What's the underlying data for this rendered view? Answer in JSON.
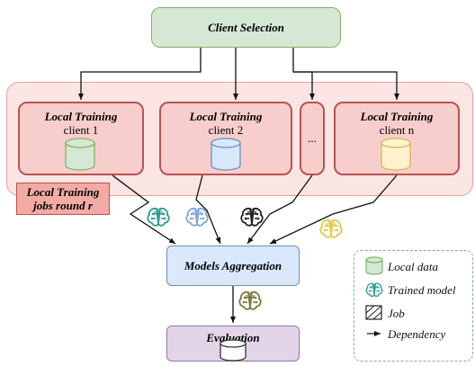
{
  "client_selection": "Client Selection",
  "clients": [
    {
      "title": "Local Training",
      "name": "client 1",
      "db_color": "#d5e8d4",
      "db_stroke": "#82b366"
    },
    {
      "title": "Local Training",
      "name": "client 2",
      "db_color": "#dae8fc",
      "db_stroke": "#6c8ebf"
    },
    {
      "title": "Local Training",
      "name": "client n",
      "db_color": "#fff2cc",
      "db_stroke": "#d6b656"
    }
  ],
  "ellipsis": "...",
  "round_label": {
    "line1": "Local Training",
    "line2": "jobs round r"
  },
  "aggregation": "Models Aggregation",
  "evaluation": "Evaluation",
  "legend": {
    "local_data": "Local data",
    "trained_model": "Trained model",
    "job": "Job",
    "dependency": "Dependency"
  },
  "colors": {
    "selection_fill": "#d5e8d4",
    "selection_stroke": "#82b366",
    "group_fill": "#fbe5e4",
    "group_stroke": "#e8a09b",
    "client_fill": "#f8cecc",
    "client_stroke": "#b85450",
    "aggregation_fill": "#dae8fc",
    "aggregation_stroke": "#6c8ebf",
    "evaluation_fill": "#e1d5e7",
    "evaluation_stroke": "#9673a6",
    "brain_green": "#2e9e8e",
    "brain_blue": "#7fa7d6",
    "brain_black": "#222222",
    "brain_yellow": "#e6c84a",
    "brain_olive": "#7a7a3a"
  },
  "icons": [
    "database-icon",
    "brain-icon",
    "job-icon",
    "arrow-icon"
  ]
}
